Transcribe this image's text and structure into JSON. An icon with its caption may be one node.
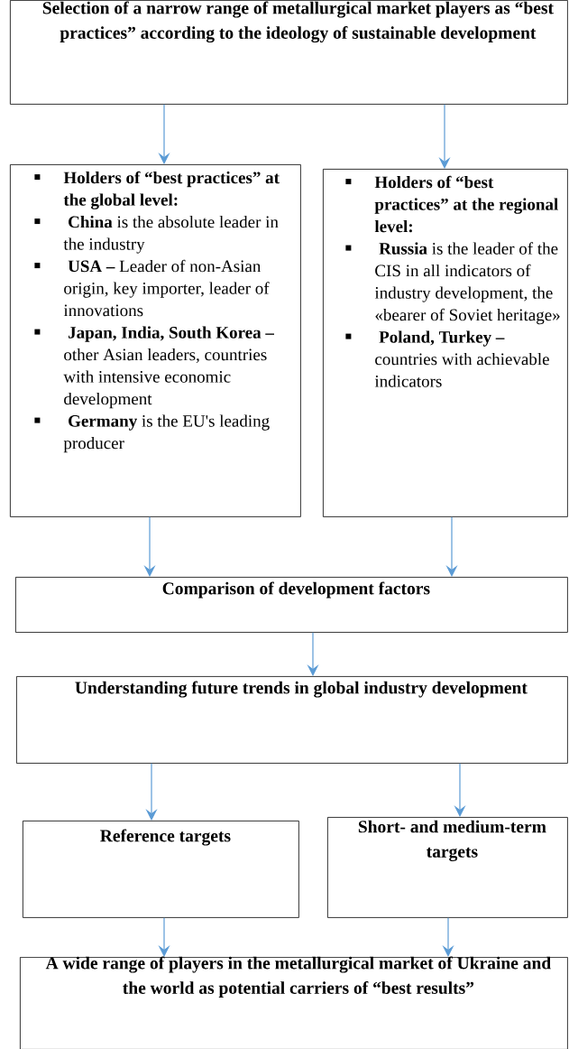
{
  "diagram": {
    "nodes": [
      {
        "text": [
          "Selection of a narrow range of metallurgical market players as “best practices” according to the ideology of sustainable development"
        ]
      },
      {
        "text": [
          "Holders of “best practices” at the global level:",
          "**China** is the absolute leader in the industry",
          "**USA –** Leader of non-Asian origin, key importer, leader of innovations",
          "**Japan, India, South Korea –** other Asian leaders, countries with intensive economic development",
          "**Germany** is the EU's leading producer"
        ]
      },
      {
        "text": [
          "Holders of “best practices” at the regional level:",
          "**Russia** is the leader of the CIS in all indicators of industry development, the «bearer of Soviet heritage»",
          "**Poland, Turkey –** countries with achievable indicators"
        ]
      },
      {
        "text": [
          "Comparison of development factors"
        ]
      },
      {
        "text": [
          "Understanding future trends in global industry development"
        ]
      },
      {
        "text": [
          "Reference targets"
        ]
      },
      {
        "text": [
          "Short- and medium-term targets"
        ]
      },
      {
        "text": [
          "A wide range of players in the metallurgical market of Ukraine and the world as potential carriers of “best results”"
        ]
      }
    ],
    "edges": [
      {
        "from": 0,
        "to": 1,
        "arrow": "to"
      },
      {
        "from": 0,
        "to": 2,
        "arrow": "to"
      },
      {
        "from": 1,
        "to": 3,
        "arrow": "to"
      },
      {
        "from": 2,
        "to": 3,
        "arrow": "to"
      },
      {
        "from": 3,
        "to": 4,
        "arrow": "to"
      },
      {
        "from": 4,
        "to": 5,
        "arrow": "to"
      },
      {
        "from": 4,
        "to": 6,
        "arrow": "to"
      },
      {
        "from": 5,
        "to": 7,
        "arrow": "to"
      },
      {
        "from": 6,
        "to": 7,
        "arrow": "to"
      }
    ]
  }
}
